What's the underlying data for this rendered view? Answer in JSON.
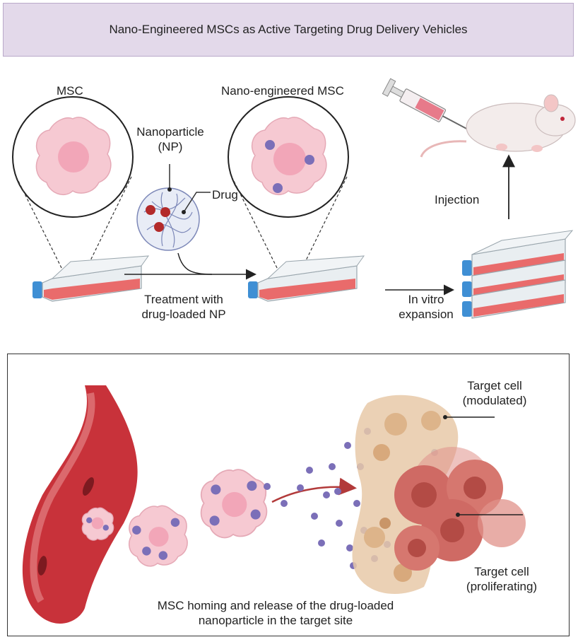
{
  "title": "Nano-Engineered MSCs as Active Targeting Drug Delivery Vehicles",
  "top": {
    "msc_label": "MSC",
    "nano_msc_label": "Nano-engineered MSC",
    "nanoparticle_label_1": "Nanoparticle",
    "nanoparticle_label_2": "(NP)",
    "drug_label": "Drug",
    "treatment_label_1": "Treatment with",
    "treatment_label_2": "drug-loaded NP",
    "injection_label": "Injection",
    "expansion_label_1": "In vitro",
    "expansion_label_2": "expansion"
  },
  "bottom": {
    "target_modulated_1": "Target cell",
    "target_modulated_2": "(modulated)",
    "target_proliferating_1": "Target cell",
    "target_proliferating_2": "(proliferating)",
    "caption_1": "MSC homing and release of the drug-loaded",
    "caption_2": "nanoparticle in the target site"
  },
  "colors": {
    "banner": "#e3d9ea",
    "cell": "#f6c9d2",
    "nucleus": "#f2a6b8",
    "nanoparticle": "#7b6fb8",
    "flask_media": "#e96b6b",
    "flask_cap": "#3f8fd4",
    "vessel": "#c8323a",
    "tumor": "#cf6a64"
  }
}
